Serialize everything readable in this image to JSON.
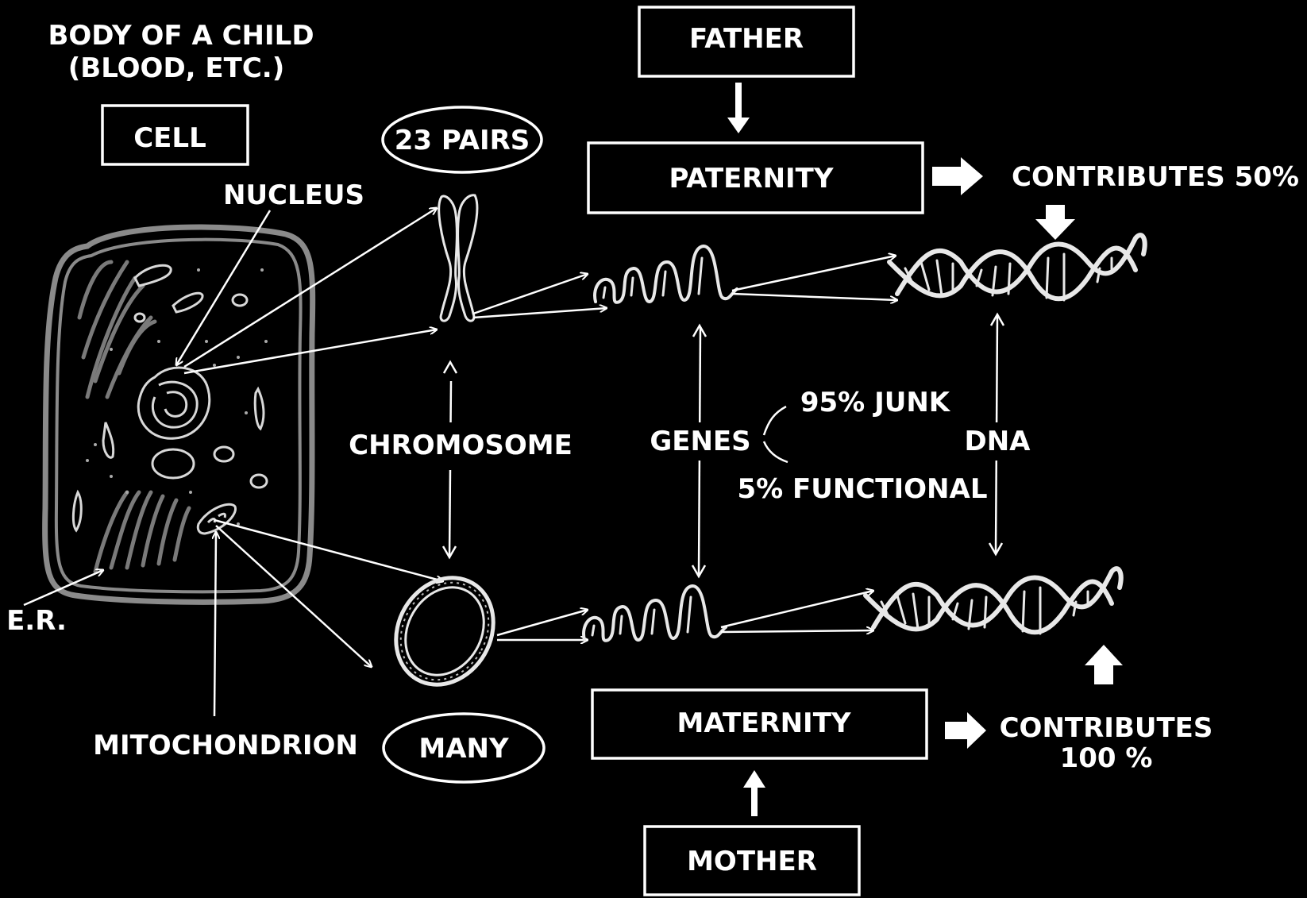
{
  "labels": {
    "body_of_child_line1": "BODY OF A CHILD",
    "body_of_child_line2": "(BLOOD, ETC.)",
    "cell": "CELL",
    "nucleus": "NUCLEUS",
    "er": "E.R.",
    "mitochondrion": "MITOCHONDRION",
    "pairs_23": "23 PAIRS",
    "many": "MANY",
    "chromosome": "CHROMOSOME",
    "genes": "GENES",
    "junk": "95% JUNK",
    "functional": "5% FUNCTIONAL",
    "dna": "DNA",
    "father": "FATHER",
    "paternity": "PATERNITY",
    "contributes_50": "CONTRIBUTES 50%",
    "maternity": "MATERNITY",
    "mother": "MOTHER",
    "contributes_100_line1": "CONTRIBUTES",
    "contributes_100_line2": "100 %"
  },
  "colors": {
    "background": "#000000",
    "foreground": "#ffffff",
    "cell_membrane": "#8a8a8a"
  }
}
